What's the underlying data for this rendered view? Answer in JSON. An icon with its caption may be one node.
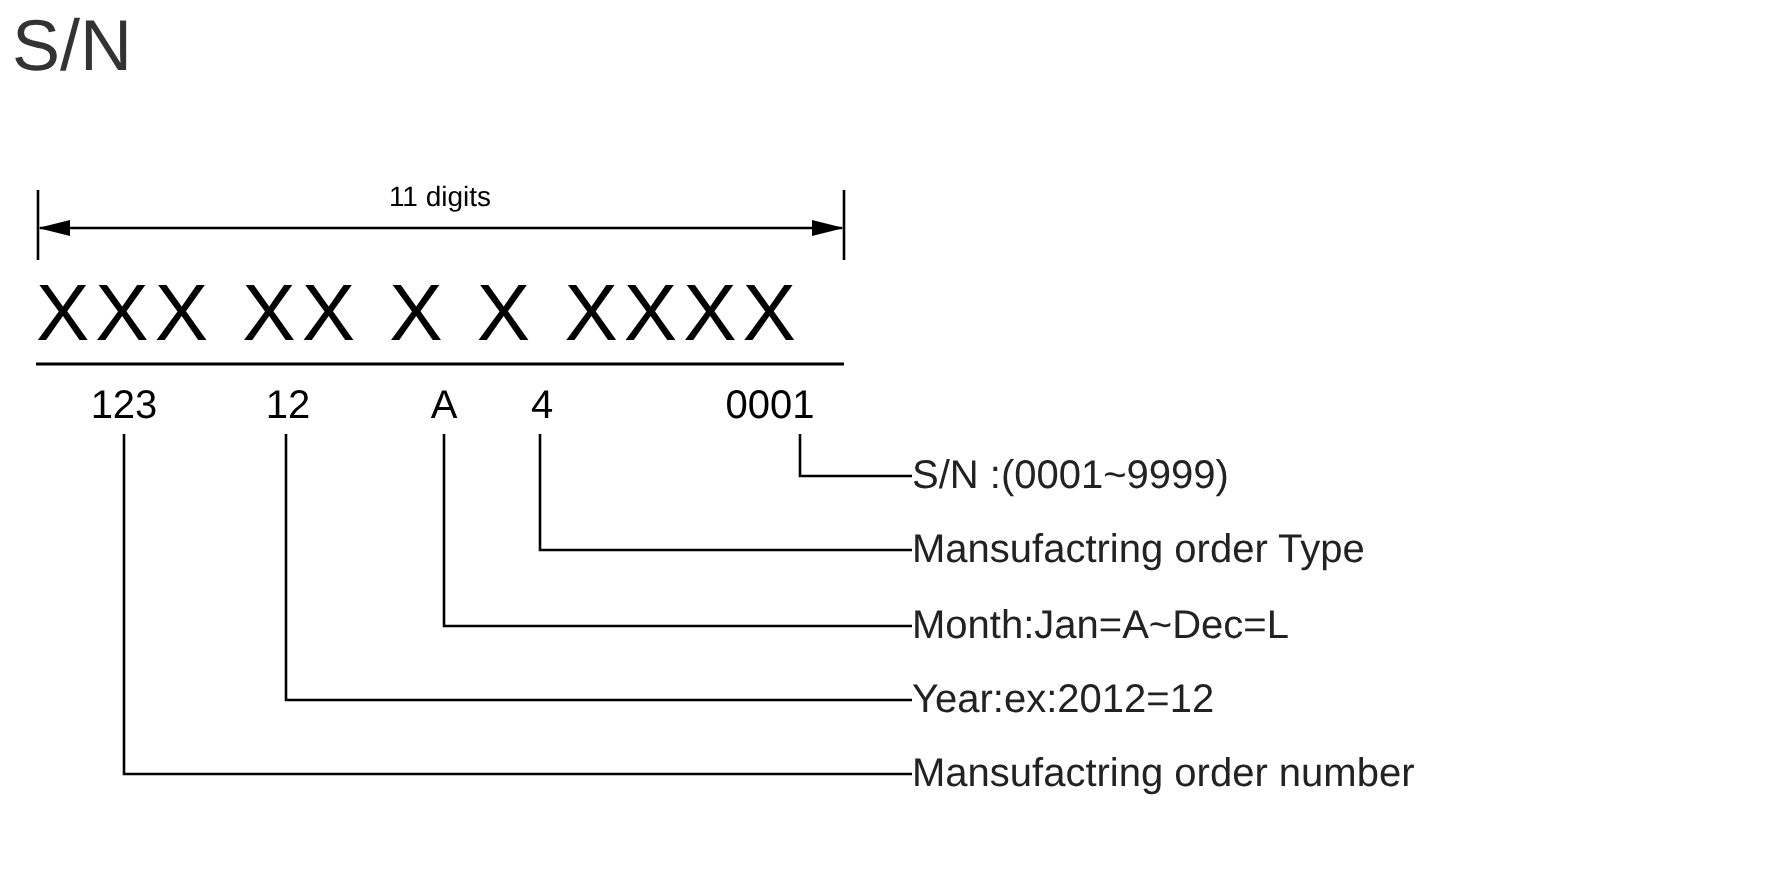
{
  "diagram": {
    "title": "S/N",
    "nodes": [
      {
        "text": [
          "123"
        ]
      },
      {
        "text": [
          "12"
        ]
      },
      {
        "text": [
          "A"
        ]
      },
      {
        "text": [
          "4"
        ]
      },
      {
        "text": [
          "0001"
        ]
      },
      {
        "text": [
          "S/N :(0001~9999)"
        ]
      },
      {
        "text": [
          "Mansufactring order Type"
        ]
      },
      {
        "text": [
          "Month:Jan=A~Dec=L"
        ]
      },
      {
        "text": [
          "Year:ex:2012=12"
        ]
      },
      {
        "text": [
          "Mansufactring order number"
        ]
      }
    ],
    "edges": [
      {
        "from": 4,
        "to": 5,
        "arrow": "none"
      },
      {
        "from": 3,
        "to": 6,
        "arrow": "none"
      },
      {
        "from": 2,
        "to": 7,
        "arrow": "none"
      },
      {
        "from": 1,
        "to": 8,
        "arrow": "none"
      },
      {
        "from": 0,
        "to": 9,
        "arrow": "none"
      }
    ],
    "labels": [
      "11 digits",
      "XXX XX X X XXXX"
    ]
  }
}
